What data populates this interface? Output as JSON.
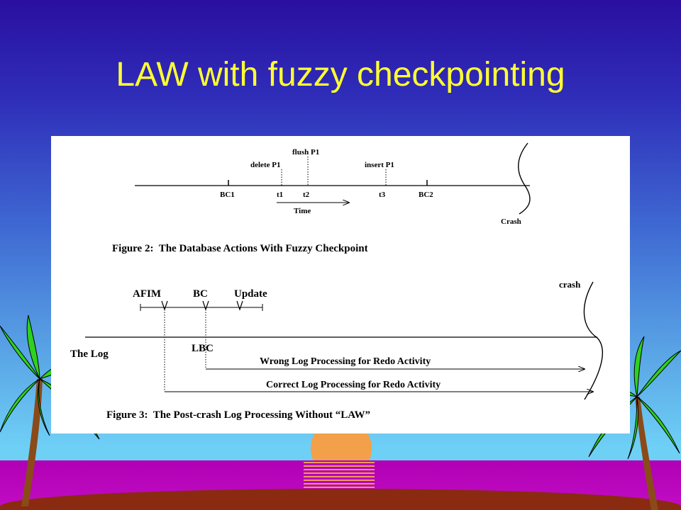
{
  "slide": {
    "title": "LAW with fuzzy checkpointing"
  },
  "figure2": {
    "caption": "Figure 2:  The Database Actions With Fuzzy Checkpoint",
    "labels": {
      "flush": "flush P1",
      "delete": "delete P1",
      "insert": "insert P1",
      "bc1": "BC1",
      "t1": "t1",
      "t2": "t2",
      "t3": "t3",
      "bc2": "BC2",
      "time": "Time",
      "crash": "Crash"
    }
  },
  "figure3": {
    "caption": "Figure 3:  The Post-crash Log Processing Without “LAW”",
    "labels": {
      "afim": "AFIM",
      "bc": "BC",
      "update": "Update",
      "crash": "crash",
      "the_log": "The Log",
      "lbc": "LBC",
      "wrong": "Wrong Log Processing for Redo Activity",
      "correct": "Correct Log Processing for Redo Activity"
    }
  },
  "colors": {
    "title": "#ffff33",
    "sky_top": "#2a0fa0",
    "sky_bottom": "#6fd0f6",
    "ground": "#b000b4",
    "sun": "#f2a04a",
    "palm_leaf": "#2fd11e",
    "palm_trunk": "#8a4a1a"
  }
}
